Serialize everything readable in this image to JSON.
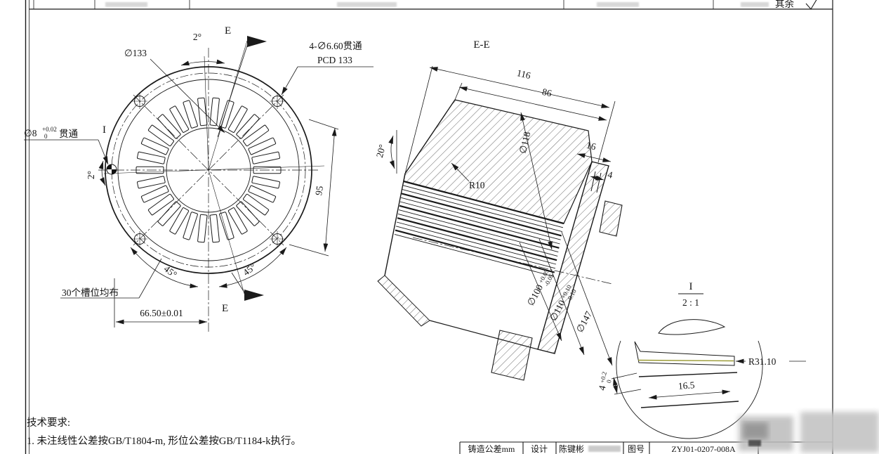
{
  "general": {
    "surface_note": "其余",
    "tech_requirements_title": "技术要求:",
    "tech_requirements_item": "1. 未注线性公差按GB/T1804-m, 形位公差按GB/T1184-k执行。"
  },
  "front_view": {
    "dia_133": "∅133",
    "angle_top": "2°",
    "angle_left": "2°",
    "section_label_top": "E",
    "section_label_bottom": "E",
    "holes_note_line1": "4-∅6.60贯通",
    "holes_note_line2": "PCD 133",
    "bore_dia": "∅8",
    "bore_tol_upper": "+0.02",
    "bore_tol_lower": "0",
    "bore_suffix": "贯通",
    "detail_marker": "I",
    "dim_95": "95",
    "angle_45_left": "45°",
    "angle_45_right": "45°",
    "slots_note": "30个槽位均布",
    "dim_66_5": "66.50±0.01"
  },
  "section_view": {
    "title": "E-E",
    "dim_116": "116",
    "dim_86": "86",
    "dia_118": "∅118",
    "dim_16": "16",
    "dim_4": "4",
    "angle_20": "20°",
    "fillet_r10": "R10",
    "dia_100": "∅100",
    "dia_100_tol_upper": "+0.05",
    "dia_100_tol_lower": "-0.05",
    "dia_110": "∅110",
    "dia_110_tol_upper": "+0.10",
    "dia_110_tol_lower": "-0.10",
    "dia_147": "∅147"
  },
  "detail_view": {
    "title": "I",
    "scale": "2 : 1",
    "radius": "R31.10",
    "dim_16_5": "16.5",
    "dim_4": "4",
    "dim_4_tol_upper": "+0.2",
    "dim_4_tol_lower": "0"
  },
  "title_block": {
    "tolerance_label": "铸造公差mm",
    "design_label": "设计",
    "designer": "陈键彬",
    "drawing_no_label": "图号",
    "drawing_no": "ZYJ01-0207-008A"
  }
}
